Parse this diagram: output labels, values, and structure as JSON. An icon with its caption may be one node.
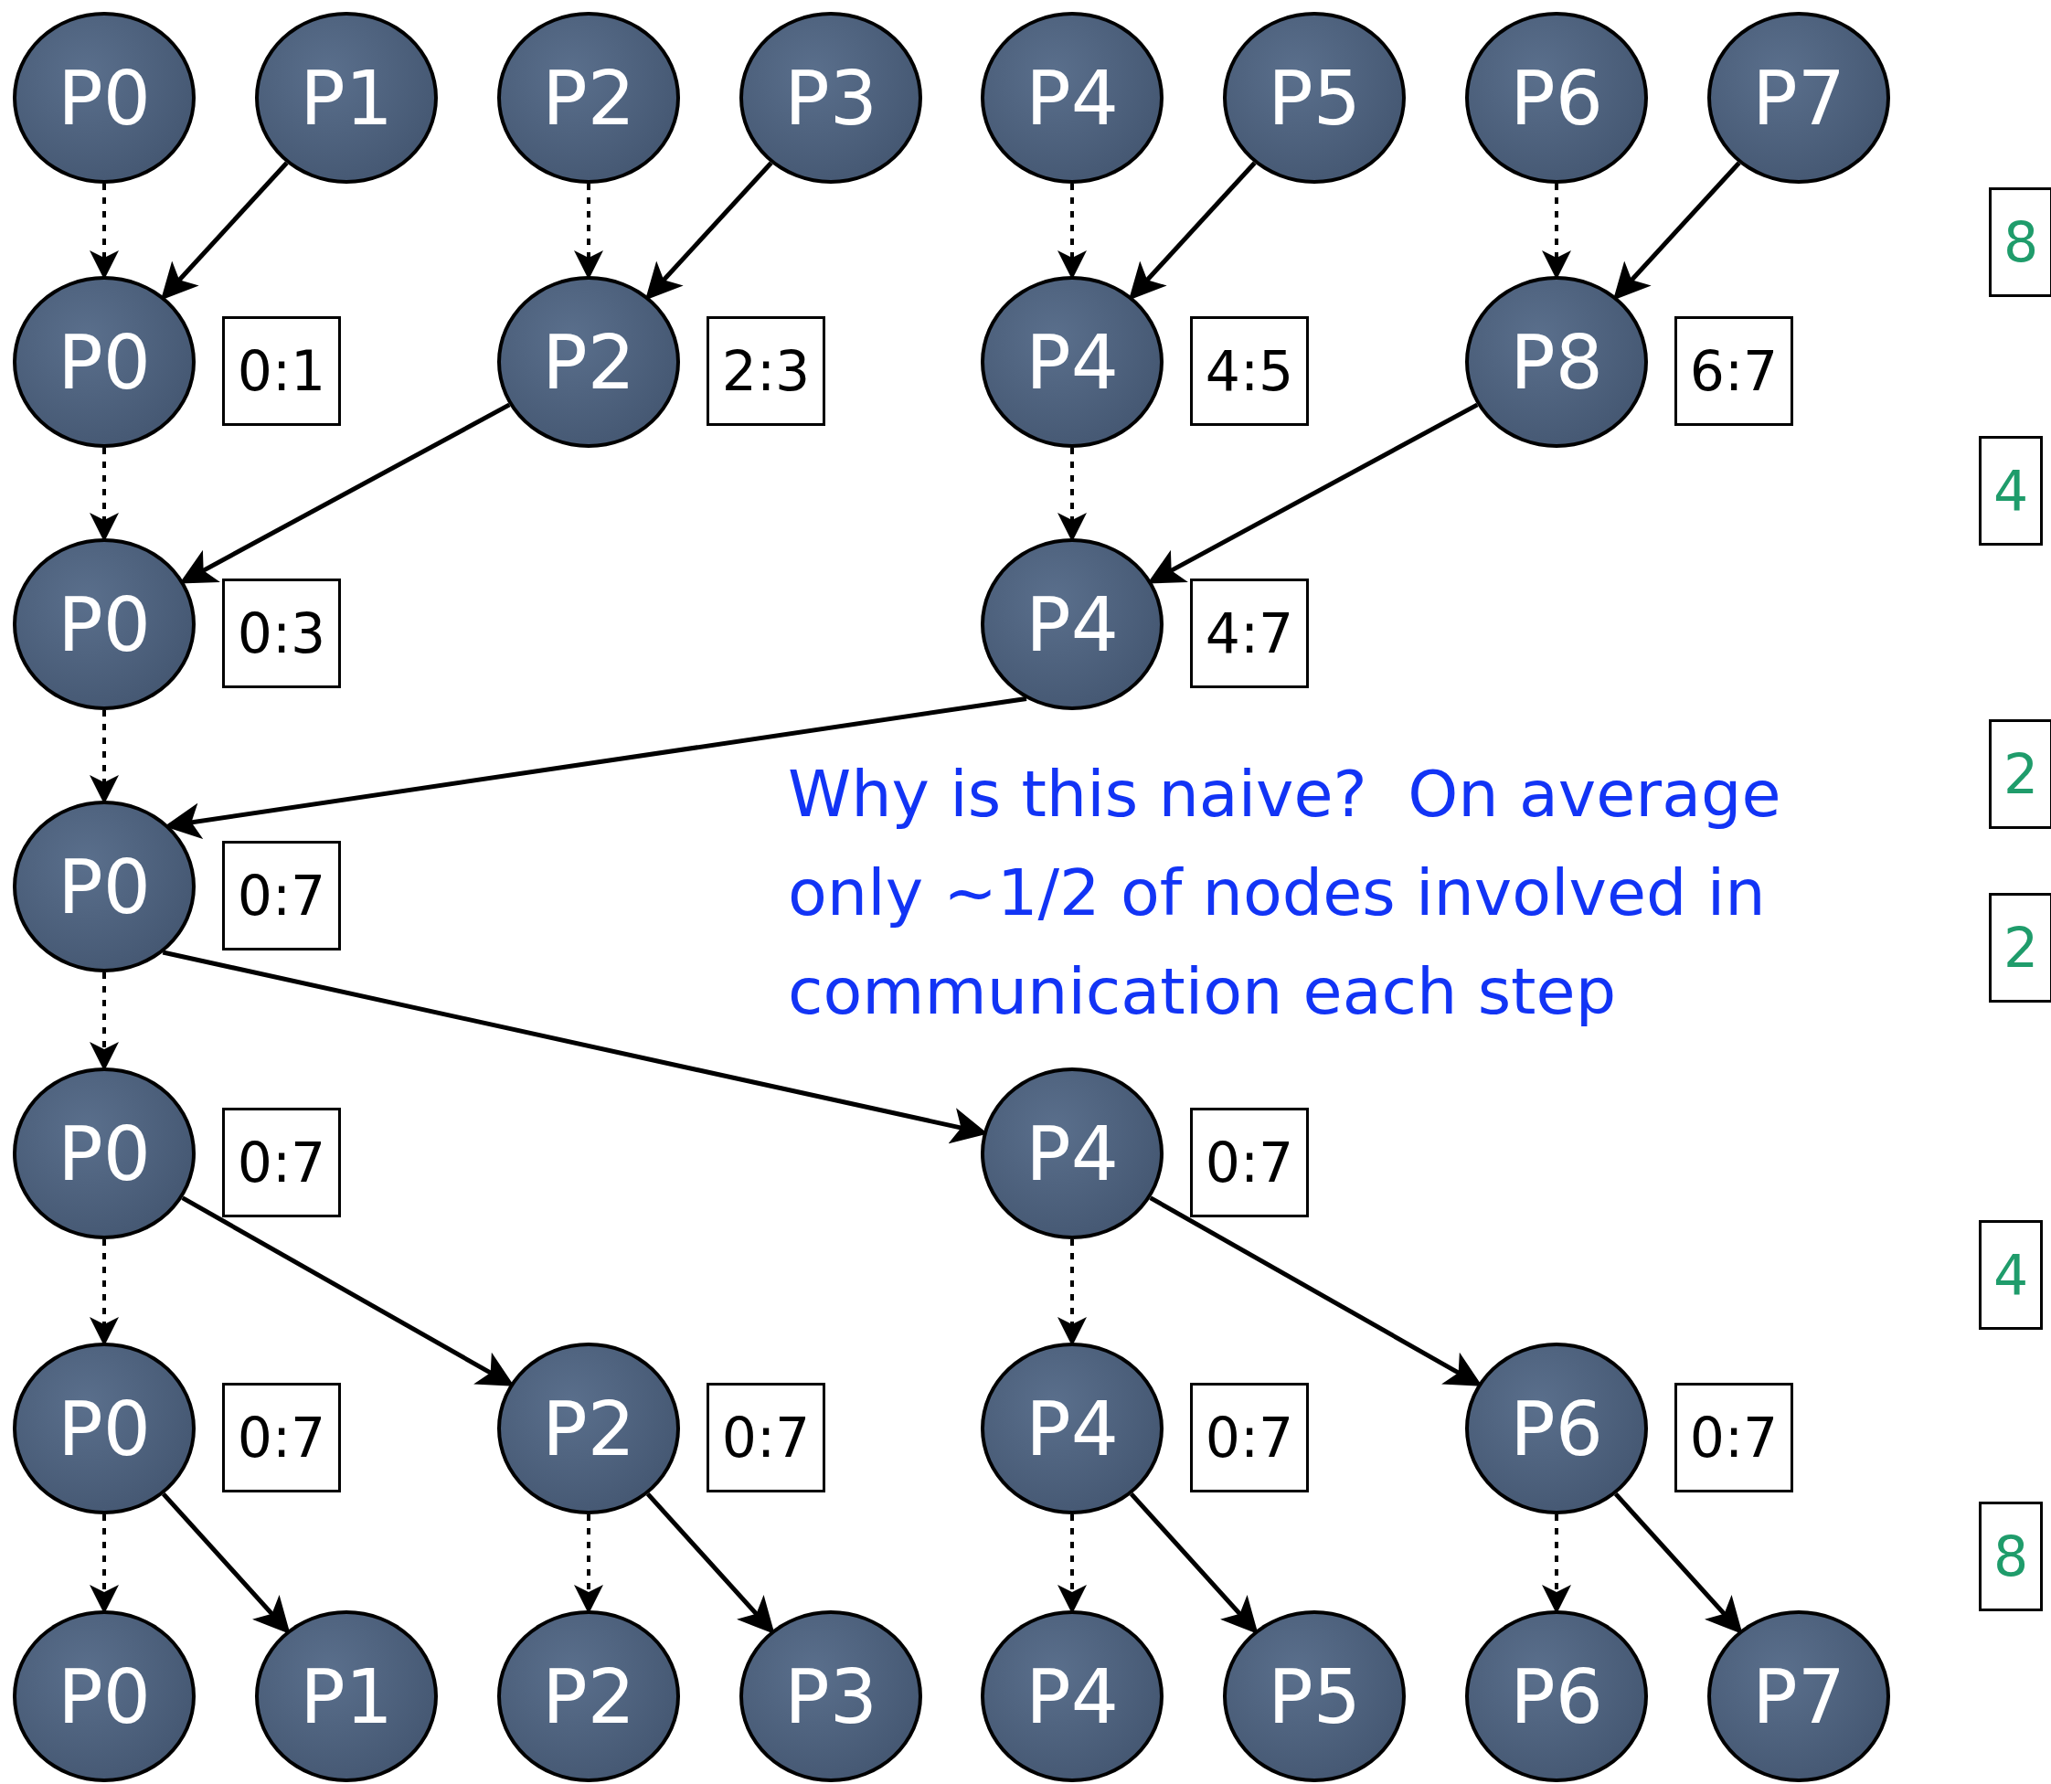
{
  "diagram": {
    "nodes": [
      {
        "text": [
          "P0"
        ]
      },
      {
        "text": [
          "P1"
        ]
      },
      {
        "text": [
          "P2"
        ]
      },
      {
        "text": [
          "P3"
        ]
      },
      {
        "text": [
          "P4"
        ]
      },
      {
        "text": [
          "P5"
        ]
      },
      {
        "text": [
          "P6"
        ]
      },
      {
        "text": [
          "P7"
        ]
      },
      {
        "text": [
          "P0"
        ]
      },
      {
        "text": [
          "0:1"
        ]
      },
      {
        "text": [
          "P2"
        ]
      },
      {
        "text": [
          "2:3"
        ]
      },
      {
        "text": [
          "P4"
        ]
      },
      {
        "text": [
          "4:5"
        ]
      },
      {
        "text": [
          "P8"
        ]
      },
      {
        "text": [
          "6:7"
        ]
      },
      {
        "text": [
          "P0"
        ]
      },
      {
        "text": [
          "0:3"
        ]
      },
      {
        "text": [
          "P4"
        ]
      },
      {
        "text": [
          "4:7"
        ]
      },
      {
        "text": [
          "P0"
        ]
      },
      {
        "text": [
          "0:7"
        ]
      },
      {
        "text": [
          "P0"
        ]
      },
      {
        "text": [
          "0:7"
        ]
      },
      {
        "text": [
          "P4"
        ]
      },
      {
        "text": [
          "0:7"
        ]
      },
      {
        "text": [
          "P0"
        ]
      },
      {
        "text": [
          "0:7"
        ]
      },
      {
        "text": [
          "P2"
        ]
      },
      {
        "text": [
          "0:7"
        ]
      },
      {
        "text": [
          "P4"
        ]
      },
      {
        "text": [
          "0:7"
        ]
      },
      {
        "text": [
          "P6"
        ]
      },
      {
        "text": [
          "0:7"
        ]
      },
      {
        "text": [
          "P0"
        ]
      },
      {
        "text": [
          "P1"
        ]
      },
      {
        "text": [
          "P2"
        ]
      },
      {
        "text": [
          "P3"
        ]
      },
      {
        "text": [
          "P4"
        ]
      },
      {
        "text": [
          "P5"
        ]
      },
      {
        "text": [
          "P6"
        ]
      },
      {
        "text": [
          "P7"
        ]
      },
      {
        "text": [
          "8"
        ]
      },
      {
        "text": [
          "4"
        ]
      },
      {
        "text": [
          "2"
        ]
      },
      {
        "text": [
          "2"
        ]
      },
      {
        "text": [
          "4"
        ]
      },
      {
        "text": [
          "8"
        ]
      }
    ],
    "edges": [
      {
        "from": 0,
        "to": 8,
        "arrow": "to",
        "style": "dashed"
      },
      {
        "from": 1,
        "to": 8,
        "arrow": "to"
      },
      {
        "from": 2,
        "to": 10,
        "arrow": "to",
        "style": "dashed"
      },
      {
        "from": 3,
        "to": 10,
        "arrow": "to"
      },
      {
        "from": 4,
        "to": 12,
        "arrow": "to",
        "style": "dashed"
      },
      {
        "from": 5,
        "to": 12,
        "arrow": "to"
      },
      {
        "from": 6,
        "to": 14,
        "arrow": "to",
        "style": "dashed"
      },
      {
        "from": 7,
        "to": 14,
        "arrow": "to"
      },
      {
        "from": 8,
        "to": 16,
        "arrow": "to",
        "style": "dashed"
      },
      {
        "from": 10,
        "to": 16,
        "arrow": "to"
      },
      {
        "from": 12,
        "to": 18,
        "arrow": "to",
        "style": "dashed"
      },
      {
        "from": 14,
        "to": 18,
        "arrow": "to"
      },
      {
        "from": 16,
        "to": 20,
        "arrow": "to",
        "style": "dashed"
      },
      {
        "from": 18,
        "to": 20,
        "arrow": "to"
      },
      {
        "from": 20,
        "to": 22,
        "arrow": "to",
        "style": "dashed"
      },
      {
        "from": 20,
        "to": 24,
        "arrow": "to"
      },
      {
        "from": 22,
        "to": 26,
        "arrow": "to",
        "style": "dashed"
      },
      {
        "from": 22,
        "to": 28,
        "arrow": "to"
      },
      {
        "from": 24,
        "to": 30,
        "arrow": "to",
        "style": "dashed"
      },
      {
        "from": 24,
        "to": 32,
        "arrow": "to"
      },
      {
        "from": 26,
        "to": 34,
        "arrow": "to",
        "style": "dashed"
      },
      {
        "from": 26,
        "to": 35,
        "arrow": "to"
      },
      {
        "from": 28,
        "to": 36,
        "arrow": "to",
        "style": "dashed"
      },
      {
        "from": 28,
        "to": 37,
        "arrow": "to"
      },
      {
        "from": 30,
        "to": 38,
        "arrow": "to",
        "style": "dashed"
      },
      {
        "from": 30,
        "to": 39,
        "arrow": "to"
      },
      {
        "from": 32,
        "to": 40,
        "arrow": "to",
        "style": "dashed"
      },
      {
        "from": 32,
        "to": 41,
        "arrow": "to"
      }
    ],
    "labels": [
      "Why is this naive?  On average only ~1/2 of nodes involved in communication each step"
    ]
  }
}
